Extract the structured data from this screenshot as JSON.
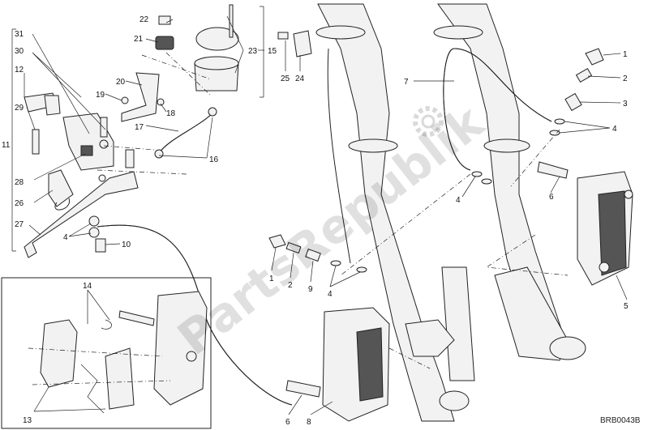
{
  "drawing_code": "BRB0043B",
  "watermark": "PartsRepublik",
  "callouts": {
    "c1a": "1",
    "c2a": "2",
    "c3": "3",
    "c4a": "4",
    "c6a": "6",
    "c7": "7",
    "c4b": "4",
    "c5": "5",
    "c22": "22",
    "c21": "21",
    "c23": "23",
    "c15": "15",
    "c25": "25",
    "c24": "24",
    "c31": "31",
    "c30": "30",
    "c12": "12",
    "c20": "20",
    "c19": "19",
    "c18": "18",
    "c17": "17",
    "c16": "16",
    "c11": "11",
    "c29": "29",
    "c28": "28",
    "c26": "26",
    "c27": "27",
    "c4c": "4",
    "c10": "10",
    "c1b": "1",
    "c2b": "2",
    "c9": "9",
    "c4d": "4",
    "c14": "14",
    "c13": "13",
    "c6b": "6",
    "c8": "8"
  }
}
